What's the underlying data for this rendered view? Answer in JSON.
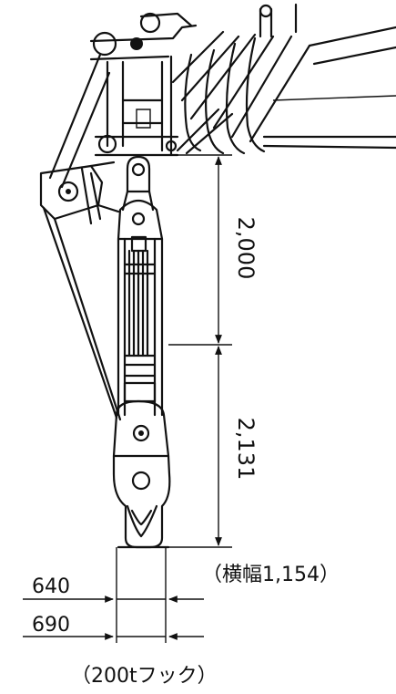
{
  "dimensions": {
    "upper_height": "2,000",
    "lower_height": "2,131",
    "width_note": "（横幅1,154）",
    "width_640": "640",
    "width_690": "690"
  },
  "caption": "（200tフック）"
}
